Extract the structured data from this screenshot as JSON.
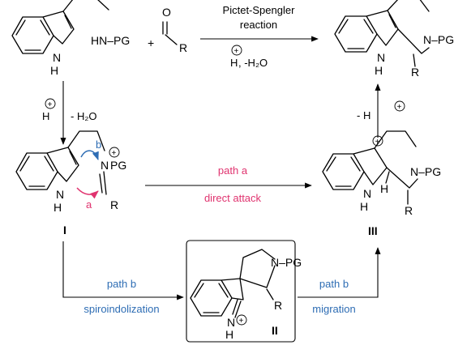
{
  "atoms": {
    "nh": "N",
    "h": "H",
    "hn_pg": "HN–PG",
    "pg": "PG",
    "o": "O",
    "r": "R",
    "n": "N",
    "n_pg": "N–PG",
    "n_pg_cut": "N–PG",
    "plus": "+"
  },
  "reagents": {
    "plus_sign": "+",
    "pictet_line1": "Pictet-Spengler",
    "pictet_line2": "reaction",
    "acid_h": "H",
    "water_loss": ", -H₂O",
    "h2o_loss": "- H₂O",
    "h_loss": "- H"
  },
  "paths": {
    "a_label": "path a",
    "a_desc": "direct attack",
    "b_label": "path b",
    "b_desc": "spiroindolization",
    "b2_label": "path b",
    "b2_desc": "migration",
    "arrow_a": "a",
    "arrow_b": "b"
  },
  "compounds": {
    "I": "I",
    "II": "II",
    "III": "III"
  },
  "colors": {
    "blue": "#2e6db4",
    "pink": "#e0336f"
  }
}
